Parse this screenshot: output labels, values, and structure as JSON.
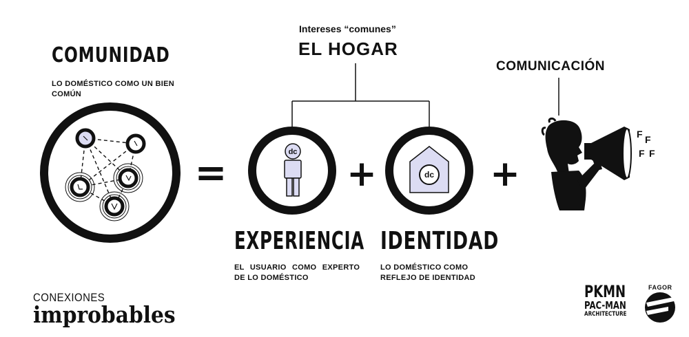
{
  "center": {
    "subtitle": "Intereses “comunes”",
    "title": "EL HOGAR"
  },
  "comunidad": {
    "title": "COMUNIDAD",
    "description": "LO DOMÉSTICO COMO UN BIEN COMÚN"
  },
  "experiencia": {
    "title": "EXPERIENCIA",
    "description_line1": "EL USUARIO COMO EXPERTO",
    "description_line2": "DE LO DOMÉSTICO",
    "badge": "dc"
  },
  "identidad": {
    "title": "IDENTIDAD",
    "description_line1": "LO DOMÉSTICO COMO",
    "description_line2": "REFLEJO DE IDENTIDAD",
    "badge": "dc"
  },
  "comunicacion": {
    "title": "COMUNICACIÓN",
    "sound_glyph": "F"
  },
  "operators": {
    "equals": "=",
    "plus": "+"
  },
  "logos": {
    "conexiones_line1": "CONEXIONES",
    "conexiones_line2": "improbables",
    "pkmn_line1": "PKMN",
    "pkmn_line2": "PAC-MAN",
    "pkmn_line3": "ARCHITECTURE",
    "fagor": "FAGOR"
  },
  "colors": {
    "ink": "#111111",
    "lavender": "#dcdcf3"
  }
}
